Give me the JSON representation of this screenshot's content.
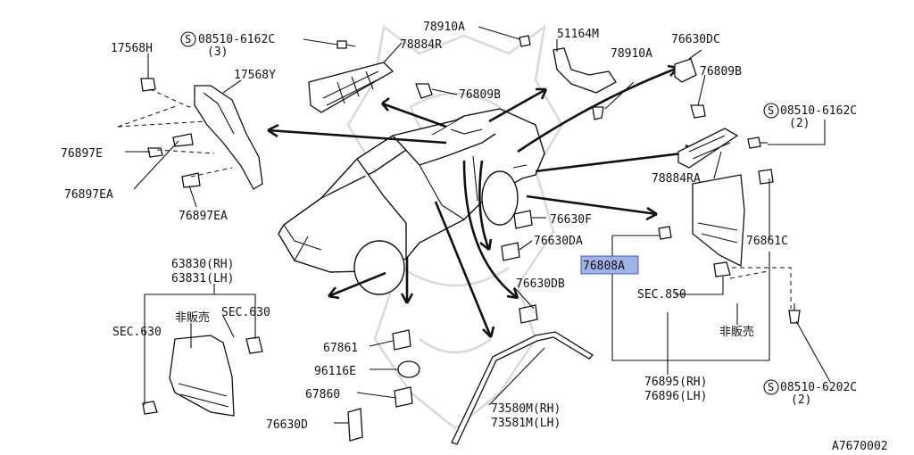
{
  "labels": {
    "p17568H": "17568H",
    "p17568Y": "17568Y",
    "p08510_6162C_a": "08510-6162C",
    "p08510_6162C_a_qty": "(3)",
    "p78884R": "78884R",
    "p78910A_a": "78910A",
    "p51164M": "51164M",
    "p78910A_b": "78910A",
    "p76630DC": "76630DC",
    "p76809B_a": "76809B",
    "p76809B_b": "76809B",
    "p08510_6162C_b": "08510-6162C",
    "p08510_6162C_b_qty": "(2)",
    "p76897E": "76897E",
    "p76897EA_a": "76897EA",
    "p76897EA_b": "76897EA",
    "p78884RA": "78884RA",
    "p76630F": "76630F",
    "p76630DA": "76630DA",
    "p76861C": "76861C",
    "p76808A": "76808A",
    "p76630DB": "76630DB",
    "pSEC850": "SEC.850",
    "p非販売_r": "非販売",
    "p63830": "63830(RH)",
    "p63831": "63831(LH)",
    "p非販売_l": "非販売",
    "pSEC630_l": "SEC.630",
    "pSEC630_r": "SEC.630",
    "p67861": "67861",
    "p96116E": "96116E",
    "p67860": "67860",
    "p76630D": "76630D",
    "p73580M": "73580M(RH)",
    "p73581M": "73581M(LH)",
    "p76895": "76895(RH)",
    "p76896": "76896(LH)",
    "p08510_6202C": "08510-6202C",
    "p08510_6202C_qty": "(2)",
    "s_symbol": "S",
    "diagram_id": "A7670002"
  },
  "highlight_color": "#9fb3e8"
}
